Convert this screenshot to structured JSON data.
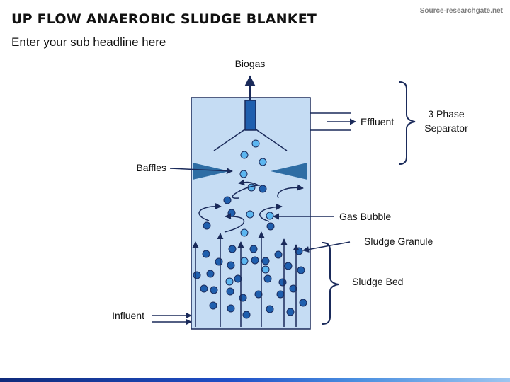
{
  "header": {
    "title": "UP FLOW ANAEROBIC SLUDGE BLANKET",
    "subtitle": "Enter your sub headline here",
    "source": "Source-researchgate.net"
  },
  "labels": {
    "biogas": "Biogas",
    "effluent": "Effluent",
    "separator_line1": "3 Phase",
    "separator_line2": "Separator",
    "baffles": "Baffles",
    "gas_bubble": "Gas Bubble",
    "sludge_granule": "Sludge Granule",
    "sludge_bed": "Sludge Bed",
    "influent": "Influent"
  },
  "colors": {
    "tank_fill": "#c5dcf3",
    "outline": "#1a2a5a",
    "granule": "#1f5fae",
    "gas_bubble": "#5cb6f0",
    "baffle": "#2e6da4",
    "arrow": "#1a2a5a"
  }
}
